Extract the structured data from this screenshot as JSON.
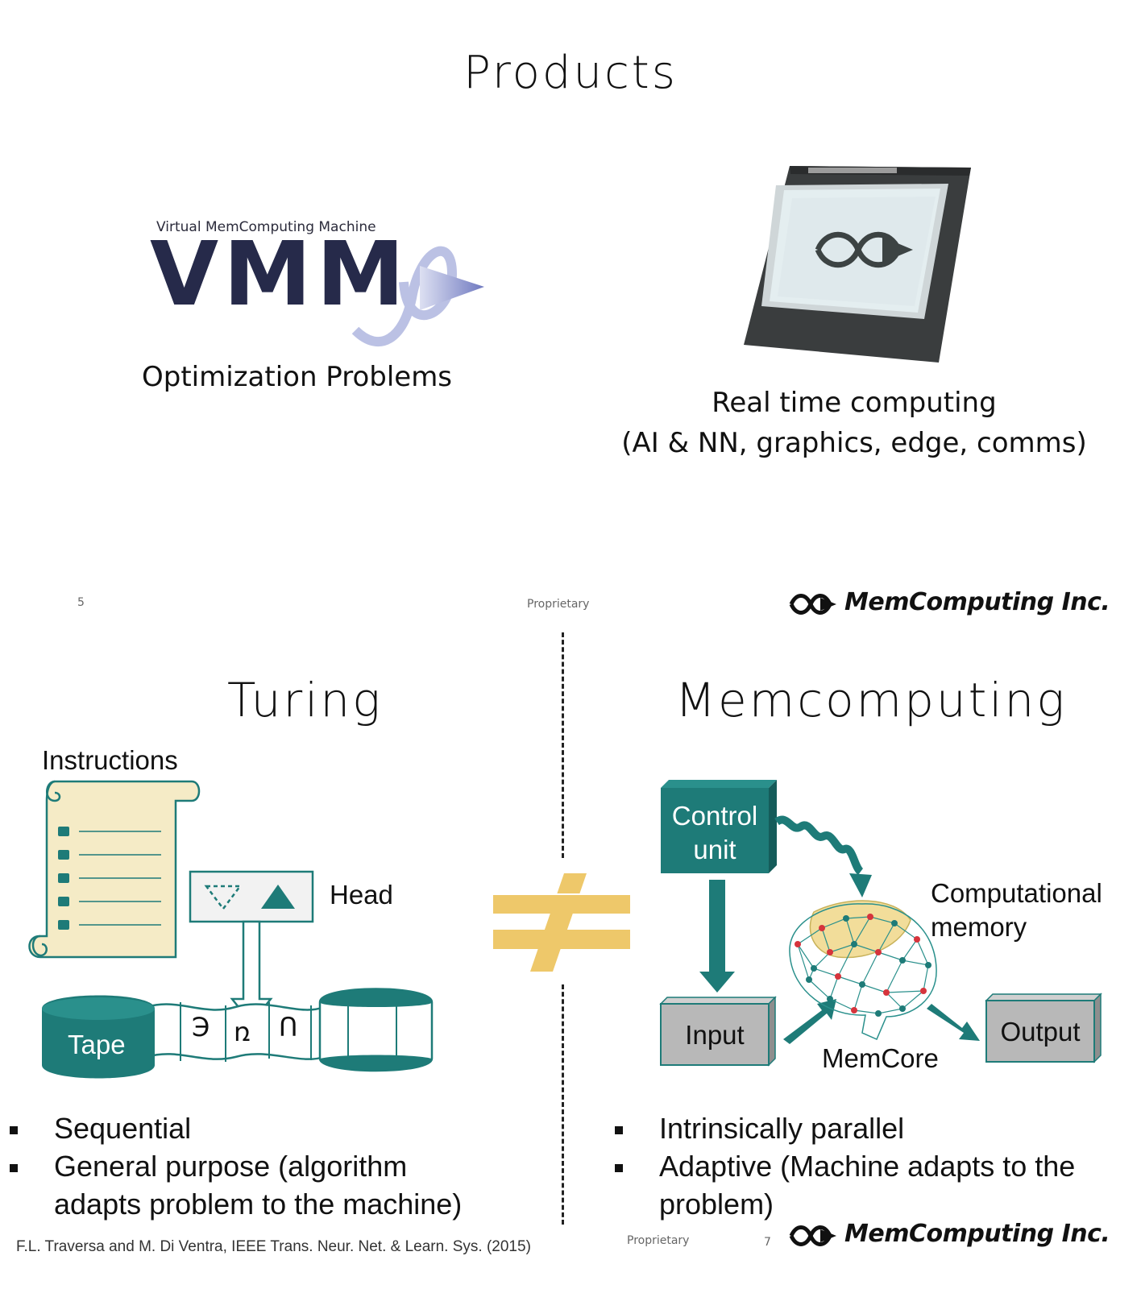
{
  "slide5": {
    "title": "Products",
    "vmm": {
      "tagline": "Virtual MemComputing Machine",
      "wordmark": "VMM",
      "caption": "Optimization Problems"
    },
    "chip": {
      "caption_line1": "Real time computing",
      "caption_line2": "(AI & NN, graphics, edge, comms)"
    },
    "footer": {
      "page_number": "5",
      "proprietary": "Proprietary",
      "brand": "MemComputing Inc."
    }
  },
  "slide7": {
    "left_title": "Turing",
    "right_title": "Memcomputing",
    "turing": {
      "instructions_label": "Instructions",
      "head_label": "Head",
      "tape_label": "Tape",
      "tape_symbols": [
        "Э",
        "ռ",
        "Ո"
      ],
      "bullets": [
        "Sequential",
        "General purpose (algorithm",
        "adapts problem to the machine)"
      ]
    },
    "memcomputing": {
      "control_unit_line1": "Control",
      "control_unit_line2": "unit",
      "computational_memory_line1": "Computational",
      "computational_memory_line2": "memory",
      "input_label": "Input",
      "output_label": "Output",
      "memcore_label": "MemCore",
      "bullets": [
        "Intrinsically parallel",
        "Adaptive (Machine adapts to the",
        "problem)"
      ]
    },
    "footer": {
      "citation": "F.L. Traversa and M. Di Ventra, IEEE Trans. Neur. Net. & Learn. Sys. (2015)",
      "proprietary": "Proprietary",
      "page_number": "7",
      "brand": "MemComputing Inc."
    }
  },
  "colors": {
    "teal": "#1e7b78",
    "teal_dark": "#155c5a",
    "beige": "#f5ebc6",
    "neq": "#eec86a",
    "gray_box": "#b8b8b8"
  },
  "icons": [
    "vmm-logo-icon",
    "cpu-chip-icon",
    "memcomputing-logo-icon",
    "scroll-icon",
    "not-equal-icon",
    "brain-network-icon"
  ]
}
